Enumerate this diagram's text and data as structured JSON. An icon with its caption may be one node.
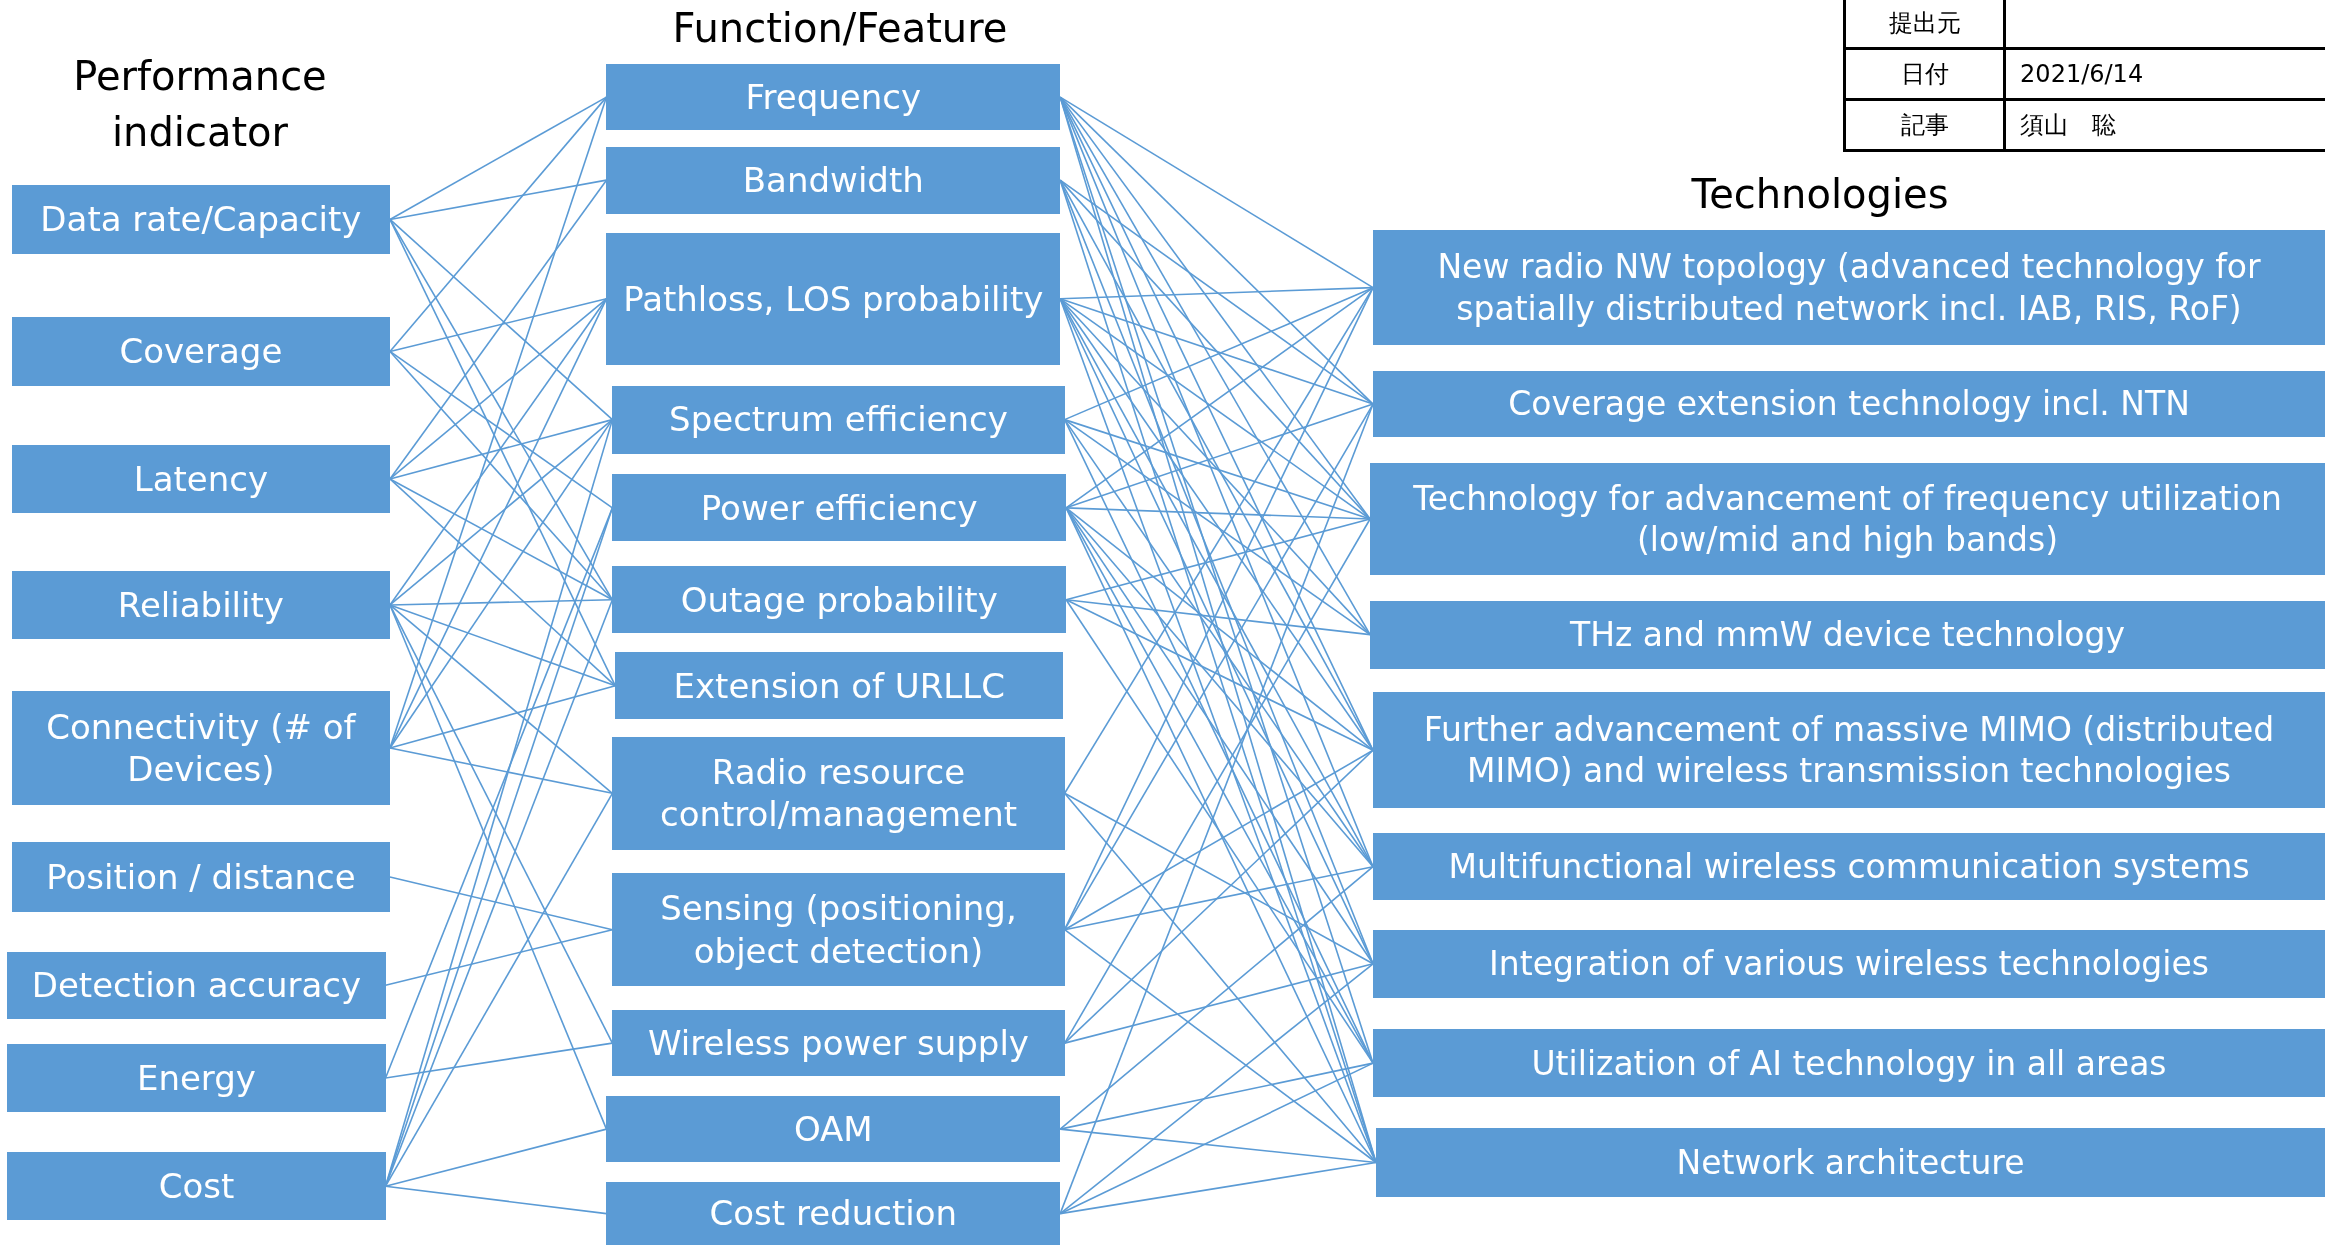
{
  "diagram": {
    "nodes": [
      {
        "text": [
          "Data rate/Capacity"
        ]
      },
      {
        "text": [
          "Coverage"
        ]
      },
      {
        "text": [
          "Latency"
        ]
      },
      {
        "text": [
          "Reliability"
        ]
      },
      {
        "text": [
          "Connectivity (# of Devices)"
        ]
      },
      {
        "text": [
          "Position / distance"
        ]
      },
      {
        "text": [
          "Detection accuracy"
        ]
      },
      {
        "text": [
          "Energy"
        ]
      },
      {
        "text": [
          "Cost"
        ]
      },
      {
        "text": [
          "Frequency"
        ]
      },
      {
        "text": [
          "Bandwidth"
        ]
      },
      {
        "text": [
          "Pathloss, LOS probability"
        ]
      },
      {
        "text": [
          "Spectrum efficiency"
        ]
      },
      {
        "text": [
          "Power efficiency"
        ]
      },
      {
        "text": [
          "Outage probability"
        ]
      },
      {
        "text": [
          "Extension of URLLC"
        ]
      },
      {
        "text": [
          "Radio resource control/management"
        ]
      },
      {
        "text": [
          "Sensing (positioning, object detection)"
        ]
      },
      {
        "text": [
          "Wireless power supply"
        ]
      },
      {
        "text": [
          "OAM"
        ]
      },
      {
        "text": [
          "Cost reduction"
        ]
      },
      {
        "text": [
          "New radio NW topology (advanced technology for spatially distributed network incl. IAB, RIS, RoF)"
        ]
      },
      {
        "text": [
          "Coverage extension technology incl. NTN"
        ]
      },
      {
        "text": [
          "Technology for advancement of frequency utilization (low/mid and high bands)"
        ]
      },
      {
        "text": [
          "THz and mmW device technology"
        ]
      },
      {
        "text": [
          "Further advancement of  massive MIMO (distributed MIMO) and wireless transmission technologies"
        ]
      },
      {
        "text": [
          "Multifunctional wireless communication systems"
        ]
      },
      {
        "text": [
          "Integration of various wireless technologies"
        ]
      },
      {
        "text": [
          "Utilization of AI technology in all areas"
        ]
      },
      {
        "text": [
          "Network architecture"
        ]
      }
    ],
    "edges": [
      {
        "from": 0,
        "to": 9,
        "arrow": "none"
      },
      {
        "from": 0,
        "to": 10,
        "arrow": "none"
      },
      {
        "from": 0,
        "to": 12,
        "arrow": "none"
      },
      {
        "from": 0,
        "to": 14,
        "arrow": "none"
      },
      {
        "from": 0,
        "to": 15,
        "arrow": "none"
      },
      {
        "from": 1,
        "to": 9,
        "arrow": "none"
      },
      {
        "from": 1,
        "to": 11,
        "arrow": "none"
      },
      {
        "from": 1,
        "to": 13,
        "arrow": "none"
      },
      {
        "from": 1,
        "to": 14,
        "arrow": "none"
      },
      {
        "from": 2,
        "to": 10,
        "arrow": "none"
      },
      {
        "from": 2,
        "to": 11,
        "arrow": "none"
      },
      {
        "from": 2,
        "to": 12,
        "arrow": "none"
      },
      {
        "from": 2,
        "to": 14,
        "arrow": "none"
      },
      {
        "from": 2,
        "to": 15,
        "arrow": "none"
      },
      {
        "from": 3,
        "to": 11,
        "arrow": "none"
      },
      {
        "from": 3,
        "to": 12,
        "arrow": "none"
      },
      {
        "from": 3,
        "to": 14,
        "arrow": "none"
      },
      {
        "from": 3,
        "to": 15,
        "arrow": "none"
      },
      {
        "from": 3,
        "to": 16,
        "arrow": "none"
      },
      {
        "from": 3,
        "to": 18,
        "arrow": "none"
      },
      {
        "from": 3,
        "to": 19,
        "arrow": "none"
      },
      {
        "from": 4,
        "to": 9,
        "arrow": "none"
      },
      {
        "from": 4,
        "to": 11,
        "arrow": "none"
      },
      {
        "from": 4,
        "to": 12,
        "arrow": "none"
      },
      {
        "from": 4,
        "to": 15,
        "arrow": "none"
      },
      {
        "from": 4,
        "to": 16,
        "arrow": "none"
      },
      {
        "from": 5,
        "to": 17,
        "arrow": "none"
      },
      {
        "from": 6,
        "to": 17,
        "arrow": "none"
      },
      {
        "from": 7,
        "to": 13,
        "arrow": "none"
      },
      {
        "from": 7,
        "to": 18,
        "arrow": "none"
      },
      {
        "from": 8,
        "to": 12,
        "arrow": "none"
      },
      {
        "from": 8,
        "to": 13,
        "arrow": "none"
      },
      {
        "from": 8,
        "to": 14,
        "arrow": "none"
      },
      {
        "from": 8,
        "to": 16,
        "arrow": "none"
      },
      {
        "from": 8,
        "to": 19,
        "arrow": "none"
      },
      {
        "from": 8,
        "to": 20,
        "arrow": "none"
      },
      {
        "from": 9,
        "to": 21,
        "arrow": "none"
      },
      {
        "from": 9,
        "to": 22,
        "arrow": "none"
      },
      {
        "from": 9,
        "to": 23,
        "arrow": "none"
      },
      {
        "from": 9,
        "to": 24,
        "arrow": "none"
      },
      {
        "from": 9,
        "to": 25,
        "arrow": "none"
      },
      {
        "from": 9,
        "to": 26,
        "arrow": "none"
      },
      {
        "from": 9,
        "to": 28,
        "arrow": "none"
      },
      {
        "from": 9,
        "to": 29,
        "arrow": "none"
      },
      {
        "from": 10,
        "to": 22,
        "arrow": "none"
      },
      {
        "from": 10,
        "to": 23,
        "arrow": "none"
      },
      {
        "from": 10,
        "to": 25,
        "arrow": "none"
      },
      {
        "from": 10,
        "to": 27,
        "arrow": "none"
      },
      {
        "from": 10,
        "to": 29,
        "arrow": "none"
      },
      {
        "from": 11,
        "to": 21,
        "arrow": "none"
      },
      {
        "from": 11,
        "to": 22,
        "arrow": "none"
      },
      {
        "from": 11,
        "to": 23,
        "arrow": "none"
      },
      {
        "from": 11,
        "to": 24,
        "arrow": "none"
      },
      {
        "from": 11,
        "to": 25,
        "arrow": "none"
      },
      {
        "from": 11,
        "to": 26,
        "arrow": "none"
      },
      {
        "from": 11,
        "to": 27,
        "arrow": "none"
      },
      {
        "from": 11,
        "to": 29,
        "arrow": "none"
      },
      {
        "from": 12,
        "to": 21,
        "arrow": "none"
      },
      {
        "from": 12,
        "to": 23,
        "arrow": "none"
      },
      {
        "from": 12,
        "to": 24,
        "arrow": "none"
      },
      {
        "from": 12,
        "to": 26,
        "arrow": "none"
      },
      {
        "from": 12,
        "to": 28,
        "arrow": "none"
      },
      {
        "from": 13,
        "to": 21,
        "arrow": "none"
      },
      {
        "from": 13,
        "to": 22,
        "arrow": "none"
      },
      {
        "from": 13,
        "to": 23,
        "arrow": "none"
      },
      {
        "from": 13,
        "to": 25,
        "arrow": "none"
      },
      {
        "from": 13,
        "to": 26,
        "arrow": "none"
      },
      {
        "from": 13,
        "to": 27,
        "arrow": "none"
      },
      {
        "from": 13,
        "to": 28,
        "arrow": "none"
      },
      {
        "from": 13,
        "to": 29,
        "arrow": "none"
      },
      {
        "from": 14,
        "to": 23,
        "arrow": "none"
      },
      {
        "from": 14,
        "to": 24,
        "arrow": "none"
      },
      {
        "from": 14,
        "to": 25,
        "arrow": "none"
      },
      {
        "from": 14,
        "to": 28,
        "arrow": "none"
      },
      {
        "from": 16,
        "to": 21,
        "arrow": "none"
      },
      {
        "from": 16,
        "to": 27,
        "arrow": "none"
      },
      {
        "from": 16,
        "to": 29,
        "arrow": "none"
      },
      {
        "from": 17,
        "to": 21,
        "arrow": "none"
      },
      {
        "from": 17,
        "to": 22,
        "arrow": "none"
      },
      {
        "from": 17,
        "to": 25,
        "arrow": "none"
      },
      {
        "from": 17,
        "to": 26,
        "arrow": "none"
      },
      {
        "from": 17,
        "to": 29,
        "arrow": "none"
      },
      {
        "from": 18,
        "to": 23,
        "arrow": "none"
      },
      {
        "from": 18,
        "to": 25,
        "arrow": "none"
      },
      {
        "from": 18,
        "to": 27,
        "arrow": "none"
      },
      {
        "from": 19,
        "to": 26,
        "arrow": "none"
      },
      {
        "from": 19,
        "to": 28,
        "arrow": "none"
      },
      {
        "from": 19,
        "to": 29,
        "arrow": "none"
      },
      {
        "from": 20,
        "to": 22,
        "arrow": "none"
      },
      {
        "from": 20,
        "to": 27,
        "arrow": "none"
      },
      {
        "from": 20,
        "to": 28,
        "arrow": "none"
      },
      {
        "from": 20,
        "to": 29,
        "arrow": "none"
      }
    ],
    "labels": [
      "Function/Feature",
      "Performance indicator",
      "Technologies",
      "提出元",
      "日付",
      "2021/6/14",
      "記事",
      "須山　聡"
    ]
  }
}
